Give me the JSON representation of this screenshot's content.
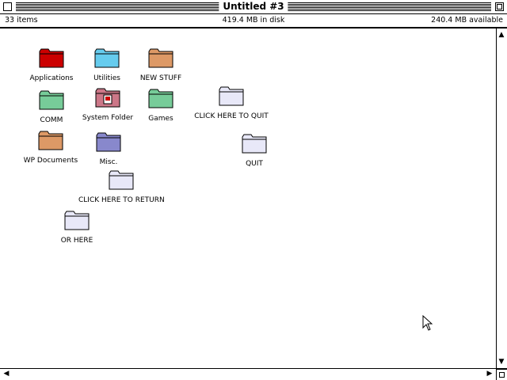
{
  "window": {
    "title": "Untitled #3",
    "items_count": "33 items",
    "disk_used": "419.4 MB in disk",
    "disk_available": "240.4 MB available"
  },
  "icons": [
    {
      "label": "Applications",
      "color": "#cc0000",
      "icon": "folder-icon"
    },
    {
      "label": "Utilities",
      "color": "#66ccee",
      "icon": "folder-icon"
    },
    {
      "label": "NEW STUFF",
      "color": "#dd9966",
      "icon": "folder-icon"
    },
    {
      "label": "COMM",
      "color": "#77cc99",
      "icon": "folder-icon"
    },
    {
      "label": "System Folder",
      "color": "#cc7788",
      "icon": "system-folder-icon"
    },
    {
      "label": "Games",
      "color": "#77cc99",
      "icon": "folder-icon"
    },
    {
      "label": "CLICK HERE TO QUIT",
      "color": "#e8e8f8",
      "icon": "folder-icon"
    },
    {
      "label": "WP Documents",
      "color": "#dd9966",
      "icon": "folder-icon"
    },
    {
      "label": "Misc.",
      "color": "#8888cc",
      "icon": "folder-icon"
    },
    {
      "label": "QUIT",
      "color": "#e8e8f8",
      "icon": "folder-icon"
    },
    {
      "label": "CLICK HERE TO RETURN",
      "color": "#e8e8f8",
      "icon": "folder-icon"
    },
    {
      "label": "OR HERE",
      "color": "#e8e8f8",
      "icon": "folder-icon"
    }
  ]
}
